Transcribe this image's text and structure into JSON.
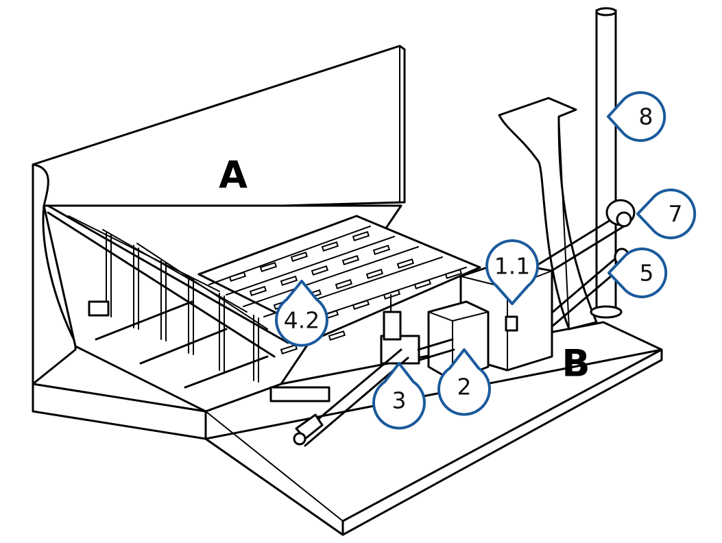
{
  "area_labels": {
    "a": "A",
    "b": "B"
  },
  "callouts": {
    "c8": "8",
    "c7": "7",
    "c5": "5",
    "c1_1": "1.1",
    "c4_2": "4.2",
    "c2": "2",
    "c3": "3"
  },
  "colors": {
    "callout_stroke": "#1a5a9c",
    "line": "#000000",
    "fill": "#ffffff"
  }
}
